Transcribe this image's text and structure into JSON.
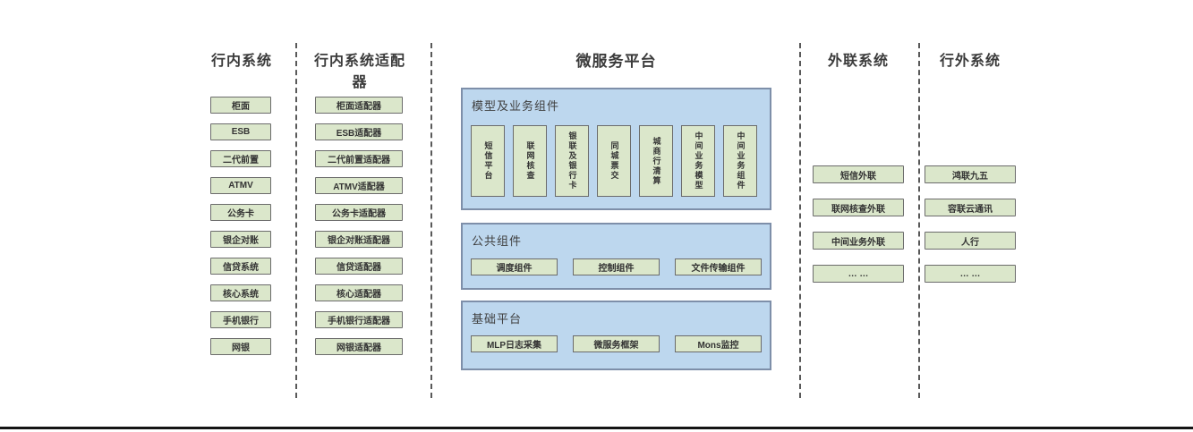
{
  "colors": {
    "node_fill": "#dbe7cb",
    "node_border": "#6b6b6b",
    "panel_fill": "#bdd7ee",
    "panel_border": "#7e8fa9",
    "title_text": "#3b3b3b",
    "node_text": "#333333",
    "divider": "#595959",
    "bottom_rule": "#141414"
  },
  "columns": {
    "internal": {
      "title": "行内系统",
      "items": [
        "柜面",
        "ESB",
        "二代前置",
        "ATMV",
        "公务卡",
        "银企对账",
        "信贷系统",
        "核心系统",
        "手机银行",
        "网银"
      ]
    },
    "adapters": {
      "title": "行内系统适配器",
      "items": [
        "柜面适配器",
        "ESB适配器",
        "二代前置适配器",
        "ATMV适配器",
        "公务卡适配器",
        "银企对账适配器",
        "信贷适配器",
        "核心适配器",
        "手机银行适配器",
        "网银适配器"
      ]
    },
    "platform": {
      "title": "微服务平台",
      "groups": {
        "model": {
          "label": "模型及业务组件",
          "items": [
            "短信平台",
            "联网核查",
            "银联及银行卡",
            "同城票交",
            "城商行清算",
            "中间业务模型",
            "中间业务组件"
          ]
        },
        "common": {
          "label": "公共组件",
          "items": [
            "调度组件",
            "控制组件",
            "文件传输组件"
          ]
        },
        "base": {
          "label": "基础平台",
          "items": [
            "MLP日志采集",
            "微服务框架",
            "Mons监控"
          ]
        }
      }
    },
    "outreach": {
      "title": "外联系统",
      "items": [
        "短信外联",
        "联网核查外联",
        "中间业务外联",
        "… …"
      ]
    },
    "external": {
      "title": "行外系统",
      "items": [
        "鸿联九五",
        "容联云通讯",
        "人行",
        "… …"
      ]
    }
  }
}
